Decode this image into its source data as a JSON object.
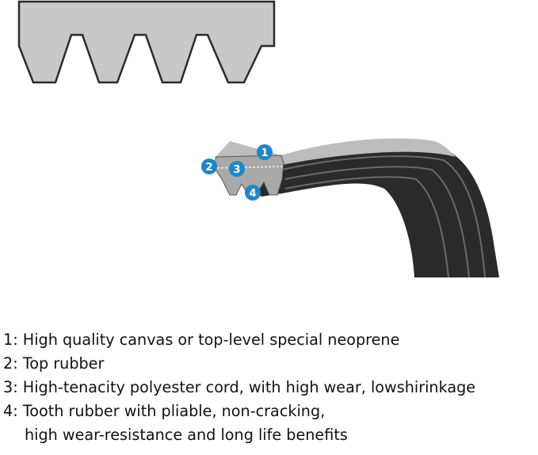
{
  "callouts": [
    "1",
    "2",
    "3",
    "4"
  ],
  "legend": [
    {
      "number": "1",
      "text": "High quality canvas or top-level special neoprene"
    },
    {
      "number": "2",
      "text": "Top rubber"
    },
    {
      "number": "3",
      "text": "High-tenacity polyester cord, with high wear, lowshirinkage"
    },
    {
      "number": "4",
      "text": "Tooth rubber with pliable, non-cracking,",
      "continuation": "high wear-resistance and long life benefits"
    }
  ],
  "colors": {
    "profile_fill": "#c8c8c8",
    "profile_stroke": "#2b2b2b",
    "belt_dark": "#2a2a2a",
    "belt_top": "#bdbdbd",
    "callout_blue": "#1f86c9"
  }
}
